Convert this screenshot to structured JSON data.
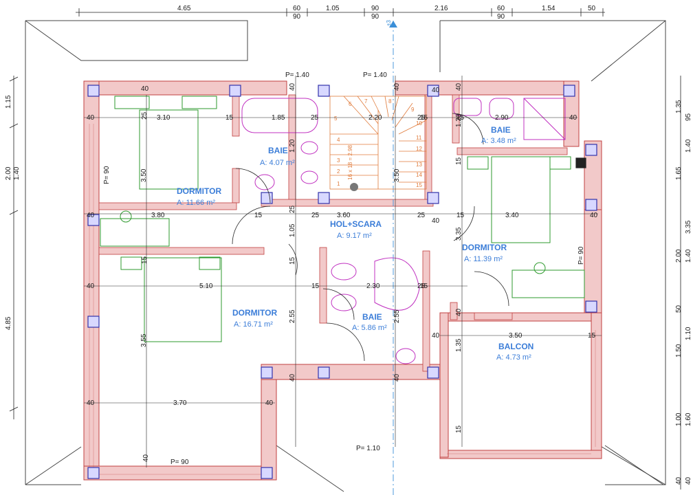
{
  "rooms": [
    {
      "name": "DORMITOR",
      "area": "A: 11.66 m²"
    },
    {
      "name": "BAIE",
      "area": "A: 4.07 m²"
    },
    {
      "name": "HOL+SCARA",
      "area": "A: 9.17 m²"
    },
    {
      "name": "BAIE",
      "area": "A: 3.48 m²"
    },
    {
      "name": "DORMITOR",
      "area": "A: 11.39 m²"
    },
    {
      "name": "DORMITOR",
      "area": "A: 16.71 m²"
    },
    {
      "name": "BAIE",
      "area": "A: 5.86 m²"
    },
    {
      "name": "BALCON",
      "area": "A: 4.73 m²"
    }
  ],
  "top_dims": {
    "row1": [
      "4.65",
      "60",
      "1.05",
      "90",
      "2.16",
      "60",
      "1.54",
      "50"
    ],
    "row2": [
      "90",
      "90",
      "90"
    ]
  },
  "left_dims": [
    "1.15",
    "2.00",
    "1.40",
    "4.85"
  ],
  "right_dims": [
    "1.35",
    "95",
    "1.40",
    "1.65",
    "3.35",
    "2.00",
    "1.40",
    "50",
    "1.10",
    "1.50",
    "1.00",
    "1.60",
    "40",
    "40"
  ],
  "openings": [
    "P= 1.40",
    "P= 1.40",
    "P= 90",
    "P= 90",
    "P= 1.10",
    "P= 90"
  ],
  "interior_dims": [
    "3.10",
    "1.85",
    "2.20",
    "2.90",
    "3.60",
    "3.80",
    "3.40",
    "5.10",
    "2.30",
    "3.50",
    "3.70",
    "3.50",
    "3.50",
    "1.20",
    "1.20",
    "1.05",
    "3.35",
    "2.55",
    "2.55",
    "3.55",
    "1.35",
    "40",
    "40",
    "40",
    "40",
    "40",
    "40",
    "40",
    "40",
    "40",
    "40",
    "40",
    "40",
    "40",
    "40",
    "40",
    "40",
    "40",
    "40",
    "15",
    "15",
    "15",
    "15",
    "15",
    "15",
    "15",
    "15",
    "15",
    "15",
    "15",
    "15",
    "25",
    "25",
    "25",
    "25",
    "25",
    "25",
    "25"
  ],
  "stair": {
    "steps": [
      "1",
      "2",
      "3",
      "4",
      "5",
      "6",
      "7",
      "8",
      "9",
      "10",
      "11",
      "12",
      "13",
      "14",
      "15"
    ],
    "label": "16 x 18 = 2.98",
    "marker": "±3"
  },
  "colors": {
    "wall_fill": "#f2c9c9",
    "wall_stroke": "#c04040",
    "furniture": "#2e9a2e",
    "sanitary": "#c030c0",
    "stairs": "#e07a3a",
    "room_label": "#3b7dd8",
    "column": "#3333aa",
    "axis": "#3b8fd8"
  }
}
